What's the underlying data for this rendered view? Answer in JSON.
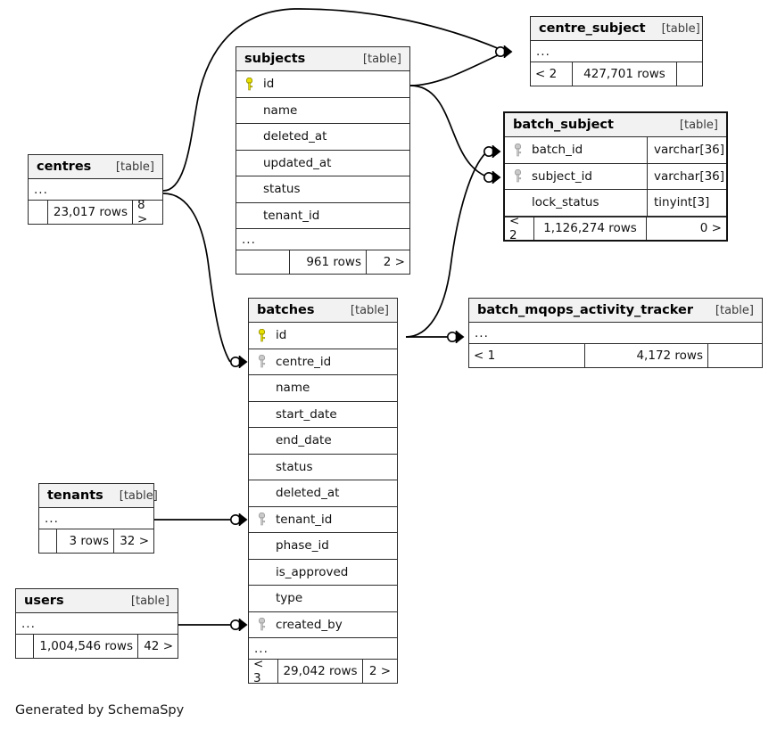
{
  "diagram": {
    "kind": "entity-relationship-diagram",
    "generator_caption": "Generated by SchemaSpy",
    "table_tag": "[table]",
    "ellipsis": "...",
    "colors": {
      "header_fill": "#f2f2f2",
      "line": "#2b2b2b",
      "primary_key": "#e8e000",
      "foreign_key": "#b4b4b4",
      "background": "#ffffff"
    }
  },
  "tables": {
    "centres": {
      "name": "centres",
      "tag": "[table]",
      "columns": [],
      "ellipsis_row": "...",
      "footer": {
        "left": "",
        "middle": "23,017 rows",
        "right": "8 >"
      }
    },
    "subjects": {
      "name": "subjects",
      "tag": "[table]",
      "columns": [
        {
          "name": "id",
          "key": "primary"
        },
        {
          "name": "name",
          "key": "none"
        },
        {
          "name": "deleted_at",
          "key": "none"
        },
        {
          "name": "updated_at",
          "key": "none"
        },
        {
          "name": "status",
          "key": "none"
        },
        {
          "name": "tenant_id",
          "key": "none"
        }
      ],
      "ellipsis_row": "...",
      "footer": {
        "left": "",
        "middle": "961 rows",
        "right": "2 >"
      }
    },
    "centre_subject": {
      "name": "centre_subject",
      "tag": "[table]",
      "columns": [],
      "ellipsis_row": "...",
      "footer": {
        "left": "< 2",
        "middle": "427,701 rows",
        "right": ""
      }
    },
    "batch_subject": {
      "name": "batch_subject",
      "tag": "[table]",
      "focal": true,
      "columns": [
        {
          "name": "batch_id",
          "key": "foreign",
          "type": "varchar[36]"
        },
        {
          "name": "subject_id",
          "key": "foreign",
          "type": "varchar[36]"
        },
        {
          "name": "lock_status",
          "key": "none",
          "type": "tinyint[3]"
        }
      ],
      "footer": {
        "left": "< 2",
        "middle": "1,126,274 rows",
        "right": "0 >"
      }
    },
    "batches": {
      "name": "batches",
      "tag": "[table]",
      "columns": [
        {
          "name": "id",
          "key": "primary"
        },
        {
          "name": "centre_id",
          "key": "foreign"
        },
        {
          "name": "name",
          "key": "none"
        },
        {
          "name": "start_date",
          "key": "none"
        },
        {
          "name": "end_date",
          "key": "none"
        },
        {
          "name": "status",
          "key": "none"
        },
        {
          "name": "deleted_at",
          "key": "none"
        },
        {
          "name": "tenant_id",
          "key": "foreign"
        },
        {
          "name": "phase_id",
          "key": "none"
        },
        {
          "name": "is_approved",
          "key": "none"
        },
        {
          "name": "type",
          "key": "none"
        },
        {
          "name": "created_by",
          "key": "foreign"
        }
      ],
      "ellipsis_row": "...",
      "footer": {
        "left": "< 3",
        "middle": "29,042 rows",
        "right": "2 >"
      }
    },
    "batch_mqops_activity_tracker": {
      "name": "batch_mqops_activity_tracker",
      "tag": "[table]",
      "columns": [],
      "ellipsis_row": "...",
      "footer": {
        "left": "< 1",
        "middle": "4,172 rows",
        "right": ""
      }
    },
    "tenants": {
      "name": "tenants",
      "tag": "[table]",
      "columns": [],
      "ellipsis_row": "...",
      "footer": {
        "left": "",
        "middle": "3 rows",
        "right": "32 >"
      }
    },
    "users": {
      "name": "users",
      "tag": "[table]",
      "columns": [],
      "ellipsis_row": "...",
      "footer": {
        "left": "",
        "middle": "1,004,546 rows",
        "right": "42 >"
      }
    }
  },
  "relationships": [
    {
      "from": "centres",
      "to": "centre_subject",
      "notation": "zero-or-many"
    },
    {
      "from": "subjects.id",
      "to": "centre_subject",
      "notation": "zero-or-many"
    },
    {
      "from": "subjects.id",
      "to": "batch_subject.subject_id",
      "notation": "zero-or-many"
    },
    {
      "from": "batches.id",
      "to": "batch_subject.batch_id",
      "notation": "zero-or-many"
    },
    {
      "from": "batches.id",
      "to": "batch_mqops_activity_tracker",
      "notation": "zero-or-many"
    },
    {
      "from": "centres",
      "to": "batches.centre_id",
      "notation": "zero-or-many"
    },
    {
      "from": "tenants",
      "to": "batches.tenant_id",
      "notation": "zero-or-many"
    },
    {
      "from": "users",
      "to": "batches.created_by",
      "notation": "zero-or-many"
    }
  ]
}
